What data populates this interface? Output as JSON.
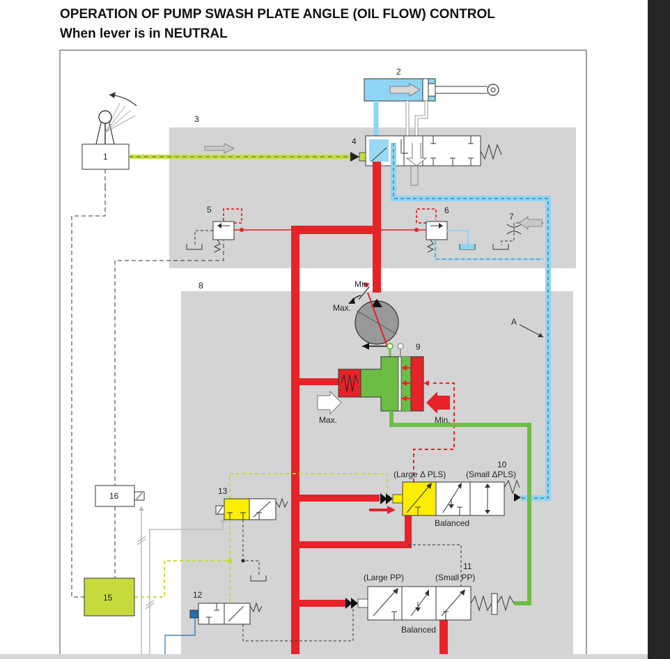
{
  "title": "OPERATION OF PUMP SWASH PLATE ANGLE (OIL FLOW) CONTROL",
  "subtitle": "When lever is in NEUTRAL",
  "colors": {
    "pressure": "#e52329",
    "pilot": "#8ed5f3",
    "green": "#6cbd45",
    "signal": "#c6db3b",
    "yellow": "#ffed00",
    "panel": "#d4d4d4",
    "blue_valve": "#1f6fb4"
  },
  "labels": {
    "n1": "1",
    "n2": "2",
    "n3": "3",
    "n4": "4",
    "n5": "5",
    "n6": "6",
    "n7": "7",
    "n8": "8",
    "n9": "9",
    "n10": "10",
    "n11": "11",
    "n12": "12",
    "n13": "13",
    "n15": "15",
    "n16": "16",
    "A": "A",
    "min_top": "Min.",
    "max_top": "Max.",
    "max_bottom": "Max.",
    "min_bottom": "Min.",
    "large_pls": "(Large Δ PLS)",
    "small_pls": "(Small ΔPLS)",
    "balanced_10": "Balanced",
    "large_pp": "(Large PP)",
    "small_pp": "(Small PP)",
    "balanced_11": "Balanced"
  }
}
